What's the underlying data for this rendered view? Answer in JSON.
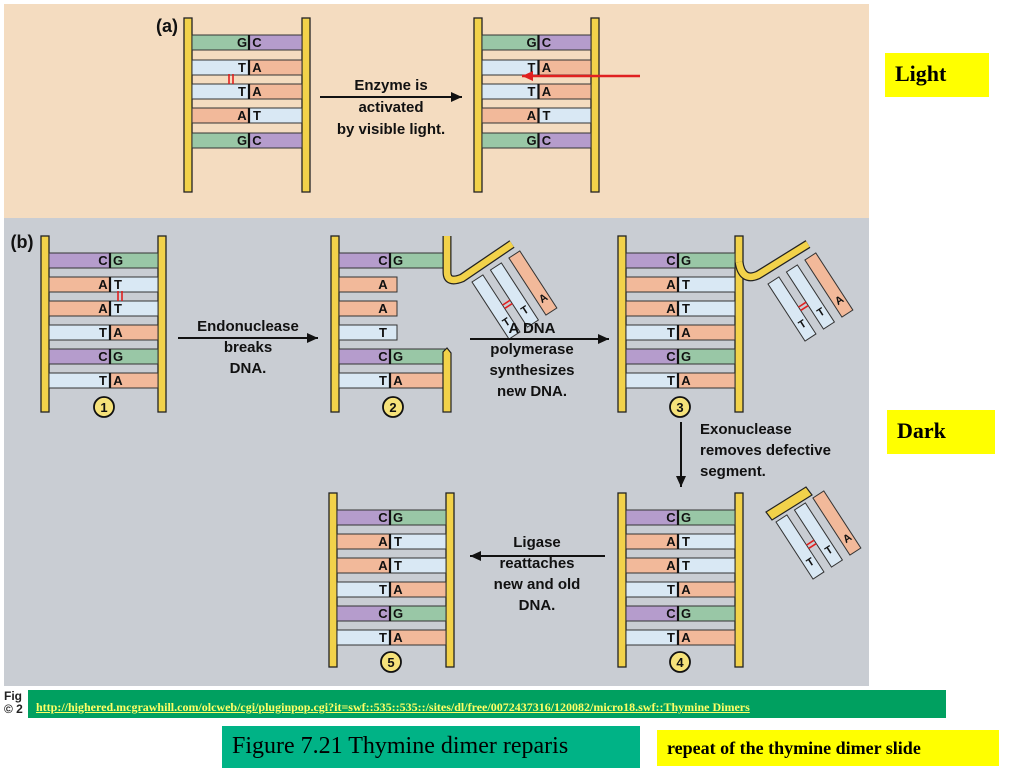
{
  "panel_a": {
    "tag": "(a)",
    "ladder_before": [
      {
        "l": "G",
        "r": "C",
        "lc": "#99c7a6",
        "rc": "#b59ccc"
      },
      {
        "l": "T",
        "r": "A",
        "lc": "#d9e8f4",
        "rc": "#f2b99a"
      },
      {
        "l": "T",
        "r": "A",
        "lc": "#d9e8f4",
        "rc": "#f2b99a"
      },
      {
        "l": "A",
        "r": "T",
        "lc": "#f2b99a",
        "rc": "#d9e8f4"
      },
      {
        "l": "G",
        "r": "C",
        "lc": "#99c7a6",
        "rc": "#b59ccc"
      }
    ],
    "ladder_after": [
      {
        "l": "G",
        "r": "C",
        "lc": "#99c7a6",
        "rc": "#b59ccc"
      },
      {
        "l": "T",
        "r": "A",
        "lc": "#d9e8f4",
        "rc": "#f2b99a"
      },
      {
        "l": "T",
        "r": "A",
        "lc": "#d9e8f4",
        "rc": "#f2b99a"
      },
      {
        "l": "A",
        "r": "T",
        "lc": "#f2b99a",
        "rc": "#d9e8f4"
      },
      {
        "l": "G",
        "r": "C",
        "lc": "#99c7a6",
        "rc": "#b59ccc"
      }
    ],
    "arrow_text": [
      "Enzyme is",
      "activated",
      "by visible light."
    ]
  },
  "panel_b": {
    "tag": "(b)",
    "full_ladder": [
      {
        "l": "C",
        "r": "G",
        "lc": "#b59ccc",
        "rc": "#99c7a6"
      },
      {
        "l": "A",
        "r": "T",
        "lc": "#f2b99a",
        "rc": "#d9e8f4"
      },
      {
        "l": "A",
        "r": "T",
        "lc": "#f2b99a",
        "rc": "#d9e8f4"
      },
      {
        "l": "T",
        "r": "A",
        "lc": "#d9e8f4",
        "rc": "#f2b99a"
      },
      {
        "l": "C",
        "r": "G",
        "lc": "#b59ccc",
        "rc": "#99c7a6"
      },
      {
        "l": "T",
        "r": "A",
        "lc": "#d9e8f4",
        "rc": "#f2b99a"
      }
    ],
    "step2_left": [
      "A",
      "A",
      "T"
    ],
    "flap_bases": [
      "T",
      "T",
      "A"
    ],
    "steps": [
      "1",
      "2",
      "3",
      "4",
      "5"
    ],
    "arrow1": [
      "Endonuclease",
      "breaks",
      "DNA."
    ],
    "arrow2": [
      "A DNA",
      "polymerase",
      "synthesizes",
      "new DNA."
    ],
    "arrow3": [
      "Exonuclease",
      "removes defective",
      "segment."
    ],
    "arrow4": [
      "Ligase",
      "reattaches",
      "new and old",
      "DNA."
    ]
  },
  "labels": {
    "light": "Light",
    "dark": "Dark"
  },
  "link": {
    "text": "http://highered.mcgrawhill.com/olcweb/cgi/pluginpop.cgi?it=swf::535::535::/sites/dl/free/0072437316/120082/micro18.swf::Thymine Dimers"
  },
  "caption": "Figure 7.21 Thymine dimer reparis",
  "repeat_note": "repeat of the thymine dimer slide",
  "fig_fragment": {
    "line1": "Fig",
    "line2": "© 2"
  },
  "colors": {
    "panel_a_bg": "#f4dcc0",
    "panel_b_bg": "#c9cdd3",
    "rail": "#f2d24a",
    "red": "#e02020"
  }
}
